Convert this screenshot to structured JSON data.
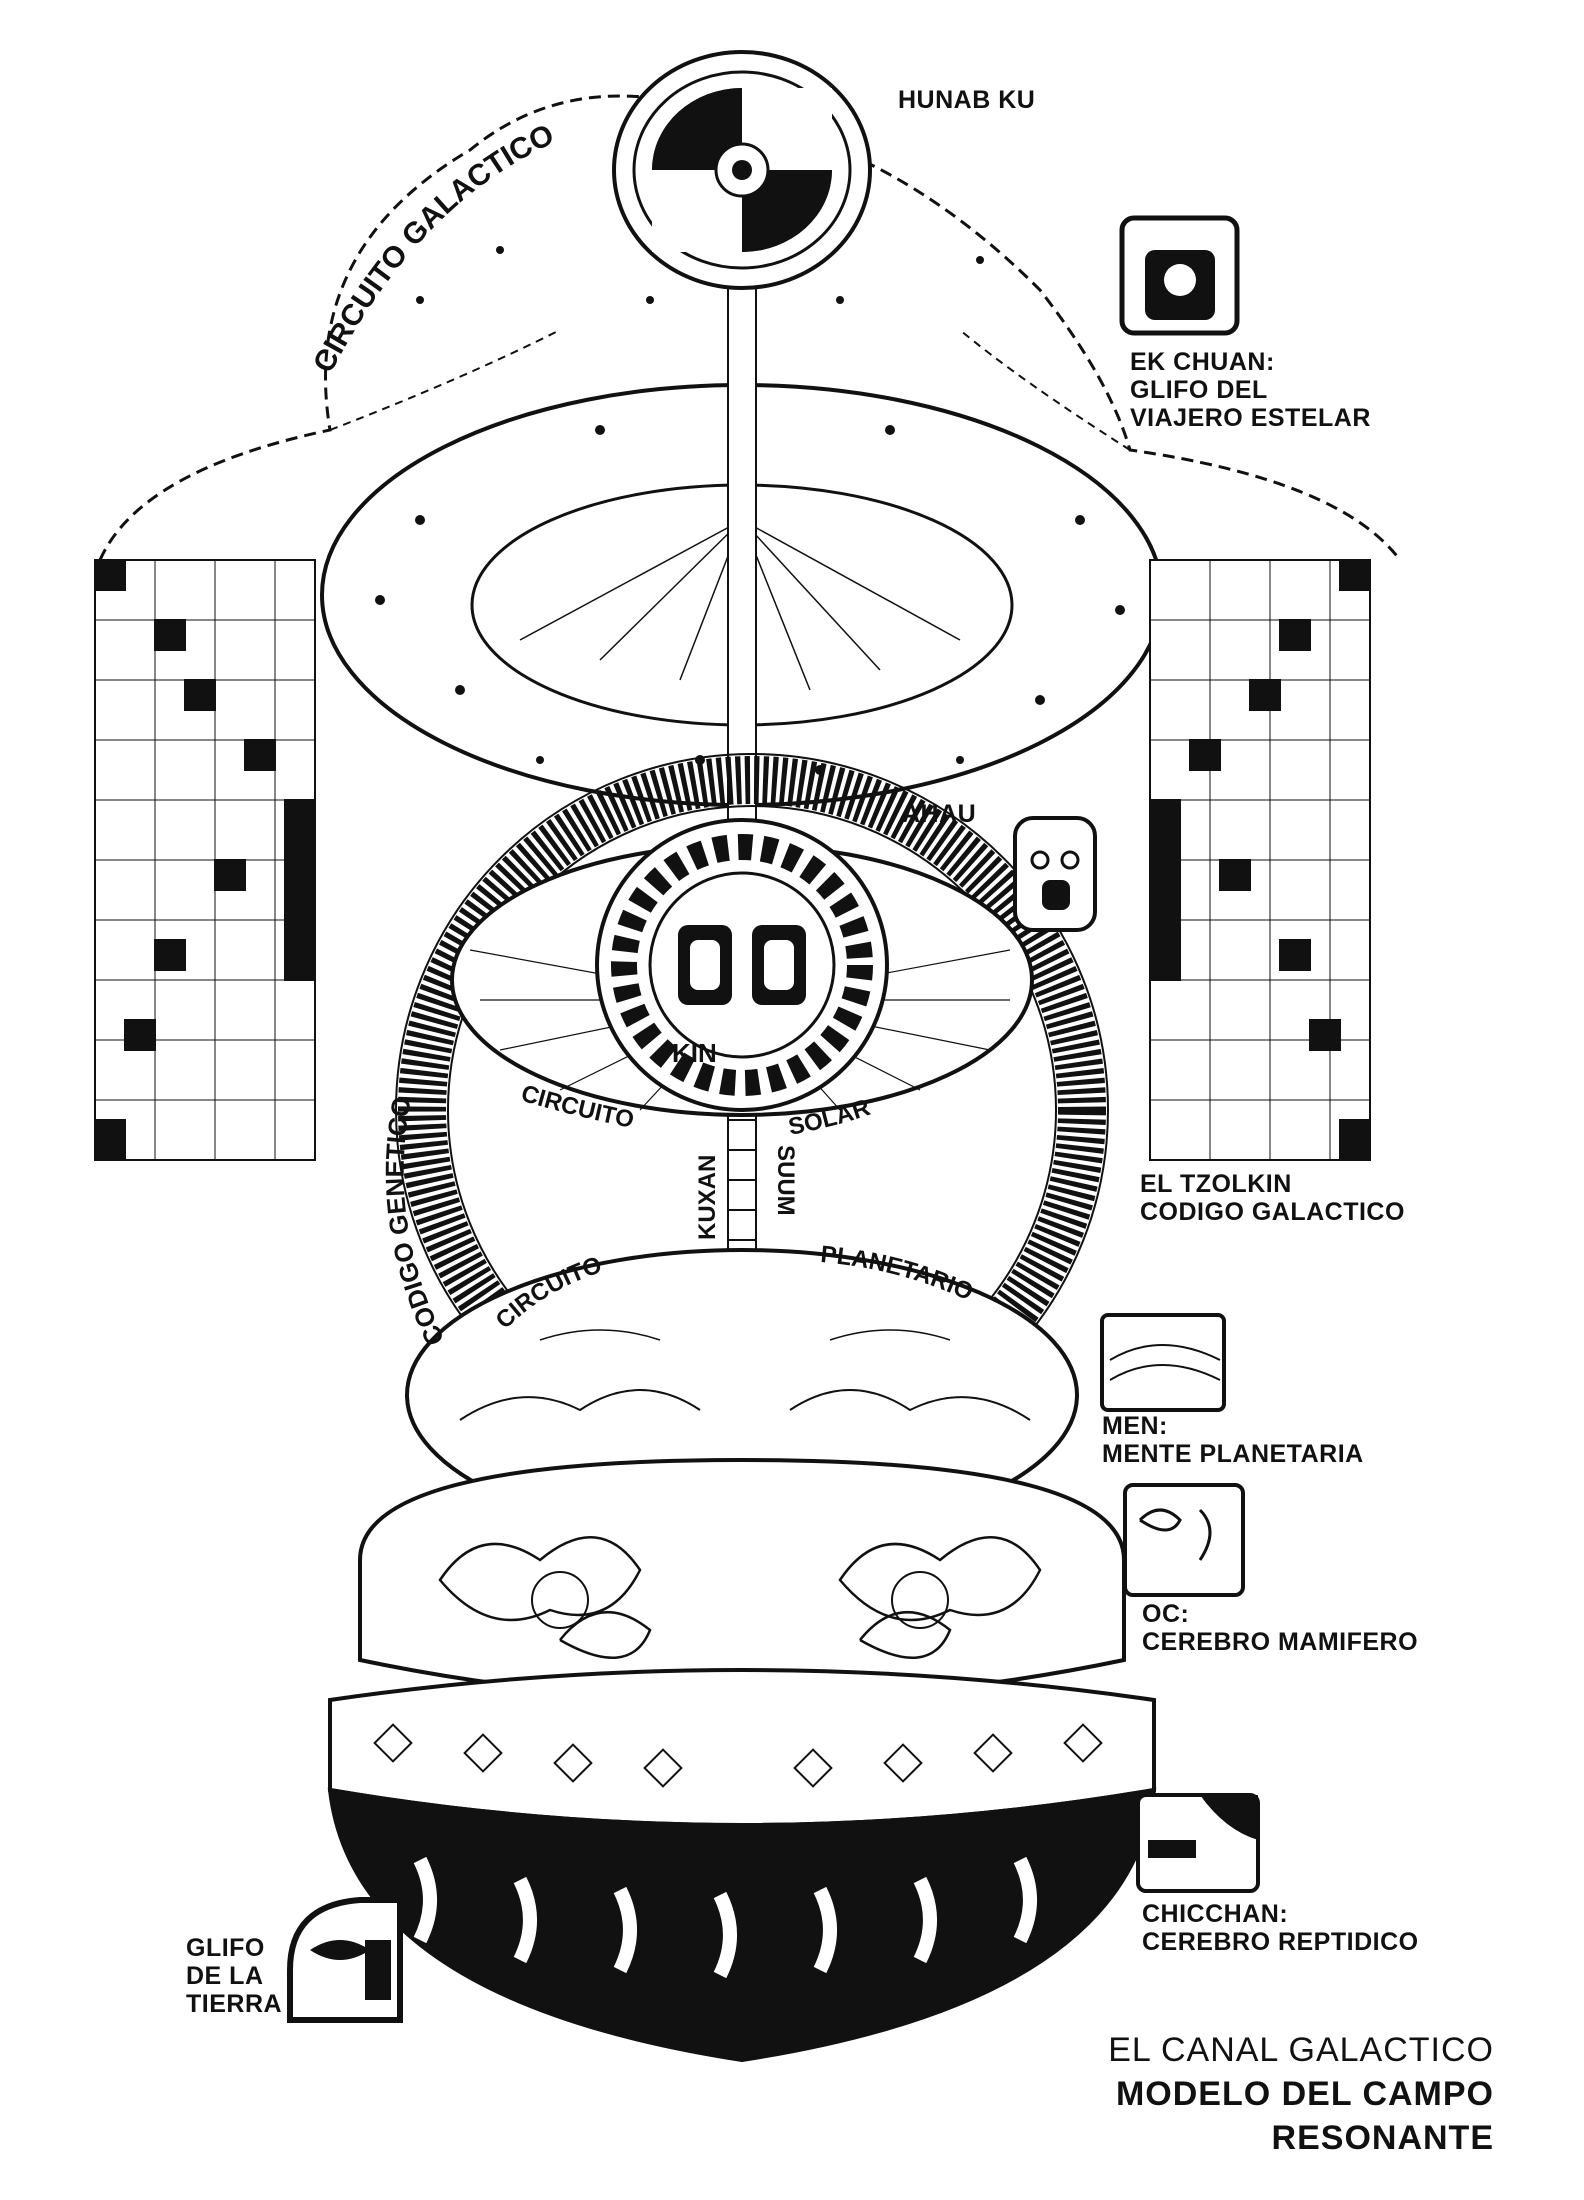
{
  "labels": {
    "hunab_ku": "HUNAB KU",
    "circuito_galactico": "CIRCUITO GALACTICO",
    "ek_chuan": [
      "EK CHUAN:",
      "GLIFO DEL",
      "VIAJERO ESTELAR"
    ],
    "ahau": "AHAU",
    "kin": "KIN",
    "circuito_solar_left": "CIRCUITO",
    "circuito_solar_right": "SOLAR",
    "codigo_genetico": "CODIGO GENETICO",
    "kuxan": "KUXAN",
    "suum": "SUUM",
    "circuito_planetario_left": "CIRCUITO",
    "circuito_planetario_right": "PLANETARIO",
    "tzolkin": [
      "EL TZOLKIN",
      "CODIGO GALACTICO"
    ],
    "men": [
      "MEN:",
      "MENTE PLANETARIA"
    ],
    "oc": [
      "OC:",
      "CEREBRO MAMIFERO"
    ],
    "chicchan": [
      "CHICCHAN:",
      "CEREBRO REPTIDICO"
    ],
    "glifo_tierra": [
      "GLIFO",
      "DE LA",
      "TIERRA"
    ],
    "title": [
      "EL CANAL GALACTICO",
      "MODELO DEL CAMPO",
      "RESONANTE"
    ]
  },
  "colors": {
    "ink": "#111111",
    "paper": "#ffffff"
  }
}
